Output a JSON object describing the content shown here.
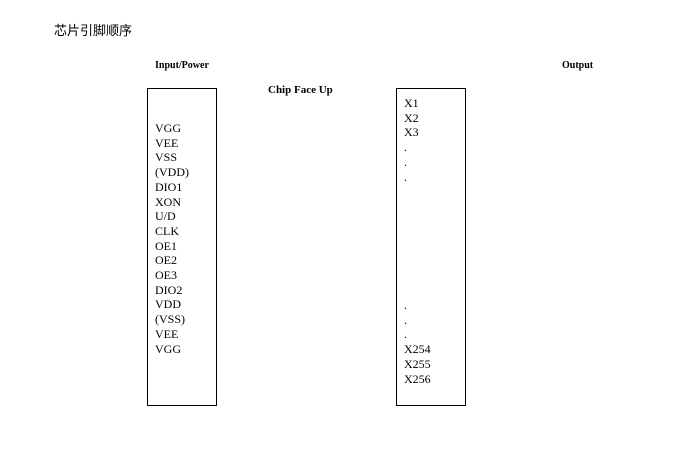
{
  "heading": "芯片引脚顺序",
  "labels": {
    "input": "Input/Power",
    "output": "Output",
    "chip": "Chip Face Up"
  },
  "input_pins": [
    "VGG",
    "VEE",
    "VSS",
    "(VDD)",
    "DIO1",
    "XON",
    "U/D",
    "CLK",
    "OE1",
    "OE2",
    "OE3",
    "DIO2",
    "VDD",
    "(VSS)",
    "VEE",
    "VGG"
  ],
  "output_pins": [
    "X1",
    "X2",
    "X3",
    ".",
    ".",
    ".",
    ".",
    ".",
    ".",
    "X254",
    "X255",
    "X256"
  ]
}
